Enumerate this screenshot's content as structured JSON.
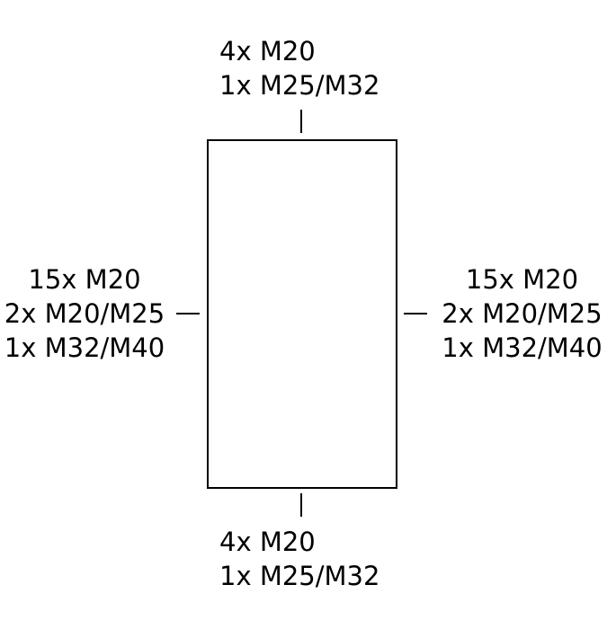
{
  "diagram": {
    "top": {
      "lines": [
        "4x M20",
        "1x M25/M32"
      ]
    },
    "bottom": {
      "lines": [
        "4x M20",
        "1x M25/M32"
      ]
    },
    "left": {
      "lines": [
        "15x M20",
        "2x M20/M25",
        "1x M32/M40"
      ]
    },
    "right": {
      "lines": [
        "15x M20",
        "2x M20/M25",
        "1x M32/M40"
      ]
    },
    "colors": {
      "stroke": "#000000",
      "background": "#ffffff"
    }
  }
}
